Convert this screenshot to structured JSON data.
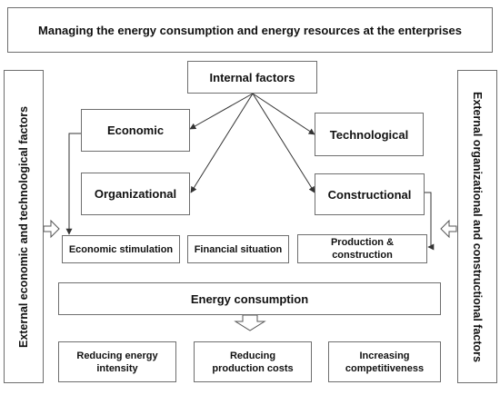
{
  "title": "Managing the energy consumption and energy resources at the enterprises",
  "left_side": "External economic and technological factors",
  "right_side": "External organizational and constructional factors",
  "internal": "Internal factors",
  "factors": {
    "economic": "Economic",
    "organizational": "Organizational",
    "technological": "Technological",
    "constructional": "Constructional"
  },
  "effects": {
    "stimulation": "Economic stimulation",
    "financial": "Financial situation",
    "production_line1": "Production &",
    "production_line2": "construction"
  },
  "energy": "Energy consumption",
  "outcomes": {
    "intensity_line1": "Reducing energy",
    "intensity_line2": "intensity",
    "costs_line1": "Reducing",
    "costs_line2": "production costs",
    "competitive_line1": "Increasing",
    "competitive_line2": "competitiveness"
  }
}
